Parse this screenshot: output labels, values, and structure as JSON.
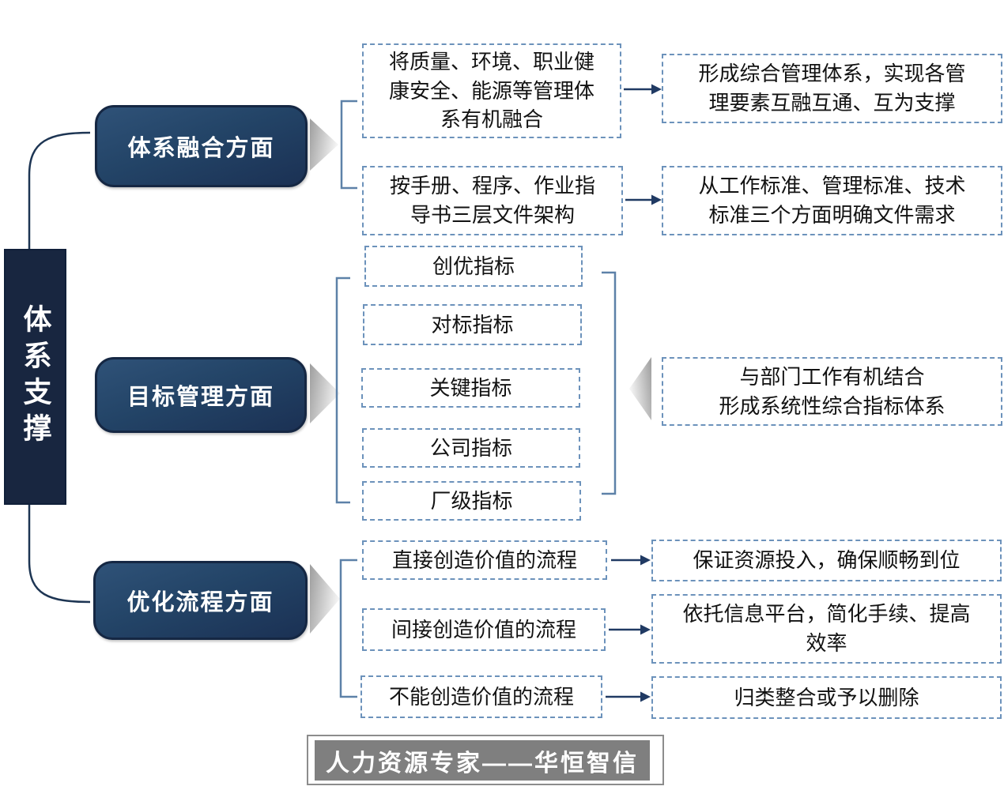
{
  "root": {
    "label": "体系支撑"
  },
  "sections": {
    "fusion": {
      "label": "体系融合方面",
      "rows": [
        {
          "cause": "将质量、环境、职业健\n康安全、能源等管理体\n系有机融合",
          "effect": "形成综合管理体系，实现各管\n理要素互融互通、互为支撑"
        },
        {
          "cause": "按手册、程序、作业指\n导书三层文件架构",
          "effect": "从工作标准、管理标准、技术\n标准三个方面明确文件需求"
        }
      ]
    },
    "goal": {
      "label": "目标管理方面",
      "indicators": [
        {
          "label": "创优指标"
        },
        {
          "label": "对标指标"
        },
        {
          "label": "关键指标"
        },
        {
          "label": "公司指标"
        },
        {
          "label": "厂级指标"
        }
      ],
      "summary": "与部门工作有机结合\n形成系统性综合指标体系"
    },
    "process": {
      "label": "优化流程方面",
      "rows": [
        {
          "cause": "直接创造价值的流程",
          "effect": "保证资源投入，确保顺畅到位"
        },
        {
          "cause": "间接创造价值的流程",
          "effect": "依托信息平台，简化手续、提高\n效率"
        },
        {
          "cause": "不能创造价值的流程",
          "effect": "归类整合或予以删除"
        }
      ]
    }
  },
  "footer": {
    "brand": "人力资源专家——华恒智信"
  },
  "colors": {
    "pill_navy": "#1b3154",
    "root_navy": "#182640",
    "dashed_border_blue": "#6c92bb",
    "bracket_blue": "#5d81a8",
    "arrow_navy": "#203a63",
    "chevron_gray": "#b5b5b5",
    "banner_gray": "#7f7f7f"
  }
}
